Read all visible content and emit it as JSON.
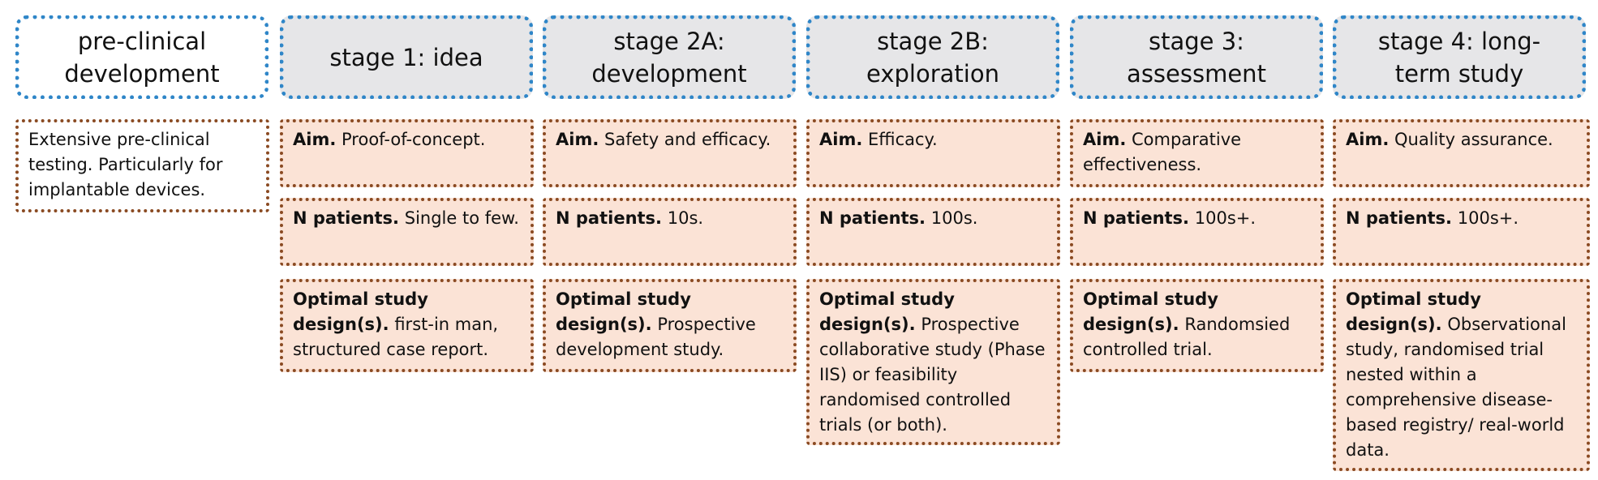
{
  "headers": {
    "pre": "pre-clinical development",
    "s1": "stage 1: idea",
    "s2a": "stage 2A: development",
    "s2b": "stage 2B: exploration",
    "s3": "stage 3: assessment",
    "s4": "stage 4: long-term study"
  },
  "pre_text": "Extensive pre-clinical testing. Particularly for implantable devices.",
  "labels": {
    "aim": "Aim.",
    "n": "N patients.",
    "design": "Optimal study design(s)."
  },
  "s1": {
    "aim": "Proof-of-concept.",
    "n": "Single to few.",
    "design": "first-in man, structured case report."
  },
  "s2a": {
    "aim": "Safety and efficacy.",
    "n": "10s.",
    "design": "Prospective development study."
  },
  "s2b": {
    "aim": "Efficacy.",
    "n": "100s.",
    "design": "Prospective collaborative study (Phase IIS) or feasibility randomised controlled trials (or both)."
  },
  "s3": {
    "aim": "Comparative effectiveness.",
    "n": "100s+.",
    "design": "Randomsied controlled trial."
  },
  "s4": {
    "aim": "Quality assurance.",
    "n": "100s+.",
    "design": "Observational study, randomised trial nested within a comprehensive disease-based registry/ real-world data."
  },
  "colors": {
    "header_border": "#2f86c8",
    "header_fill": "#e6e6e8",
    "cell_border": "#8a4a22",
    "cell_fill": "#fbe3d6"
  }
}
